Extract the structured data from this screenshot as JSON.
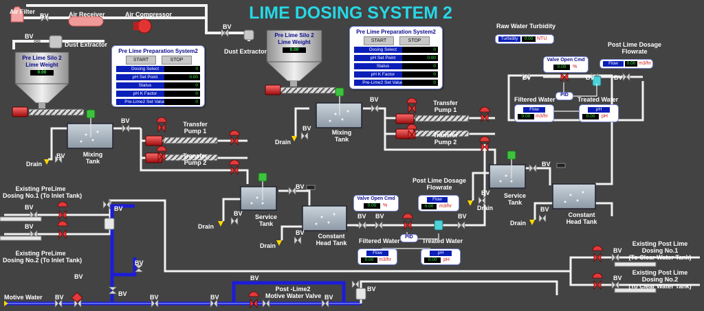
{
  "title": "LIME DOSING SYSTEM 2",
  "colors": {
    "background": "#434343",
    "title": "#27d7e6",
    "pipe_air": "#f2f2f2",
    "pipe_water": "#1c1cd8",
    "panel_label": "#0a1eb8",
    "value_text": "#3cf04c",
    "unit_text": "#d01010"
  },
  "labels": {
    "air_filter": "Air Filter",
    "air_receiver": "Air Receiver",
    "air_compressor": "Air Compressor",
    "dust_extractor_1": "Dust Extractor",
    "dust_extractor_2": "Dust Extractor",
    "bv": "BV",
    "drain": "Drain",
    "mixing_tank_1": "Mixing\nTank",
    "mixing_tank_2": "Mixing\nTank",
    "transfer_pump_1a": "Transfer\nPump 1",
    "transfer_pump_2a": "Transfer\nPump 2",
    "transfer_pump_1b": "Transfer\nPump 1",
    "transfer_pump_2b": "Transfer\nPump 2",
    "service_tank_1": "Service\nTank",
    "service_tank_2": "Service\nTank",
    "constant_head_tank_1": "Constant\nHead Tank",
    "constant_head_tank_2": "Constant\nHead Tank",
    "existing_prelime_1": "Existing PreLime\nDosing No.1 (To Inlet Tank)",
    "existing_prelime_2": "Existing PreLime\nDosing No.2 (To Inlet Tank)",
    "existing_postlime_1": "Existing Post Lime\nDosing No.1\n(To Clear Water Tank)",
    "existing_postlime_2": "Existing Post Lime\nDosing No.2\n(To Clear Water Tank)",
    "motive_water": "Motive Water",
    "post_lime2_motive": "Post -Lime2\nMotive Water Valve",
    "post_lime_flowrate_1": "Post Lime Dosage\nFlowrate",
    "post_lime_flowrate_2": "Post Lime Dosage\nFlowrate",
    "filtered_water_1": "Filtered Water",
    "treated_water_1": "Treated Water",
    "filtered_water_2": "Filtered Water",
    "treated_water_2": "Treated Water",
    "raw_water_turbidity": "Raw Water Turbidity"
  },
  "silos": [
    {
      "title": "Pre Lime Silo 2\nLime Weight",
      "value": "0.00"
    },
    {
      "title": "Pre Lime Silo 2\nLime Weight",
      "value": "0.00"
    }
  ],
  "panels": [
    {
      "title": "Pre Lime Preparation System2",
      "start": "START",
      "stop": "STOP",
      "rows": [
        {
          "label": "Dosing Select",
          "value": "0"
        },
        {
          "label": "pH Set Point",
          "value": "0.00"
        },
        {
          "label": "Status",
          "value": "0"
        },
        {
          "label": "pH K Factor",
          "value": "0"
        },
        {
          "label": "Pre-Lime2 Set Value",
          "value": "0"
        }
      ]
    },
    {
      "title": "Pre Lime Preparation System2",
      "start": "START",
      "stop": "STOP",
      "rows": [
        {
          "label": "Dosing Select",
          "value": "0"
        },
        {
          "label": "pH Set Point",
          "value": "0.00"
        },
        {
          "label": "Status",
          "value": "0"
        },
        {
          "label": "pH K Factor",
          "value": "0"
        },
        {
          "label": "Pre-Lime2 Set Value",
          "value": "0"
        }
      ]
    }
  ],
  "turbidity": {
    "label": "Turbidity",
    "value": "0.00",
    "unit": "NTU"
  },
  "ind1": {
    "valve_title": "Valve Open Cmd",
    "valve_value": "0.00",
    "valve_unit": "%",
    "flow_title": "Flow",
    "flow_value": "0.00",
    "flow_unit": "m3/hr",
    "pid": "PID",
    "fw_title": "Flow",
    "fw_value": "0.00",
    "fw_unit": "m3/hr",
    "tw_title": "pH",
    "tw_value": "0.00",
    "tw_unit": "pH"
  },
  "ind2": {
    "valve_title": "Valve Open Cmd",
    "valve_value": "0.00",
    "valve_unit": "%",
    "flow_title": "Flow",
    "flow_value": "0.00",
    "flow_unit": "m3/hr",
    "pid": "PID",
    "fw_title": "Flow",
    "fw_value": "0.00",
    "fw_unit": "m3/hr",
    "tw_title": "pH",
    "tw_value": "0.00",
    "tw_unit": "pH"
  }
}
